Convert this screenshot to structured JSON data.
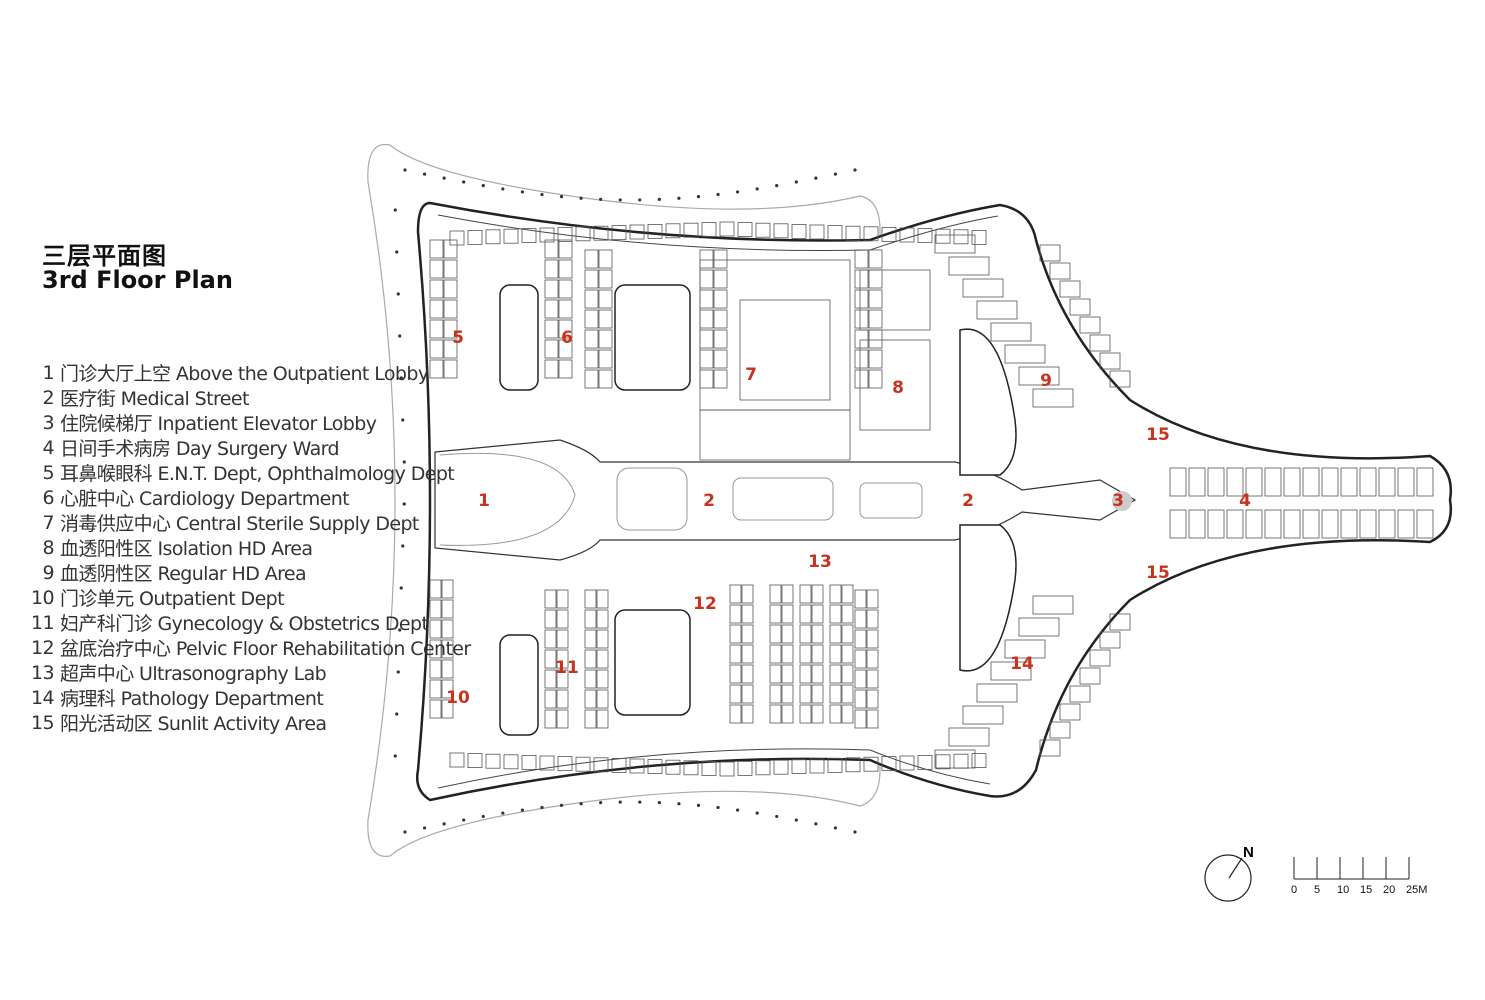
{
  "title": {
    "cn": "三层平面图",
    "en": "3rd Floor Plan"
  },
  "legend": [
    {
      "num": "1",
      "label": "门诊大厅上空  Above the Outpatient Lobby"
    },
    {
      "num": "2",
      "label": "医疗街 Medical Street"
    },
    {
      "num": "3",
      "label": "住院候梯厅 Inpatient Elevator Lobby"
    },
    {
      "num": "4",
      "label": "日间手术病房 Day Surgery Ward"
    },
    {
      "num": "5",
      "label": "耳鼻喉眼科 E.N.T. Dept, Ophthalmology Dept"
    },
    {
      "num": "6",
      "label": "心脏中心 Cardiology Department"
    },
    {
      "num": "7",
      "label": "消毒供应中心 Central Sterile Supply Dept"
    },
    {
      "num": "8",
      "label": "血透阳性区 Isolation HD Area"
    },
    {
      "num": "9",
      "label": "血透阴性区 Regular HD Area"
    },
    {
      "num": "10",
      "label": "门诊单元 Outpatient Dept"
    },
    {
      "num": "11",
      "label": "妇产科门诊 Gynecology & Obstetrics Dept"
    },
    {
      "num": "12",
      "label": "盆底治疗中心 Pelvic Floor Rehabilitation Center"
    },
    {
      "num": "13",
      "label": "超声中心 Ultrasonography Lab"
    },
    {
      "num": "14",
      "label": "病理科  Pathology Department"
    },
    {
      "num": "15",
      "label": "阳光活动区 Sunlit Activity Area"
    }
  ],
  "plan_labels": [
    "5",
    "6",
    "7",
    "8",
    "9",
    "15",
    "1",
    "2",
    "2",
    "3",
    "4",
    "15",
    "13",
    "12",
    "11",
    "10",
    "14"
  ],
  "north": "N",
  "scale": {
    "ticks": [
      "0",
      "5",
      "10",
      "15",
      "20",
      "25M"
    ]
  },
  "colors": {
    "label": "#c8321e",
    "line": "#222222",
    "canopy": "#9a9a9a"
  }
}
